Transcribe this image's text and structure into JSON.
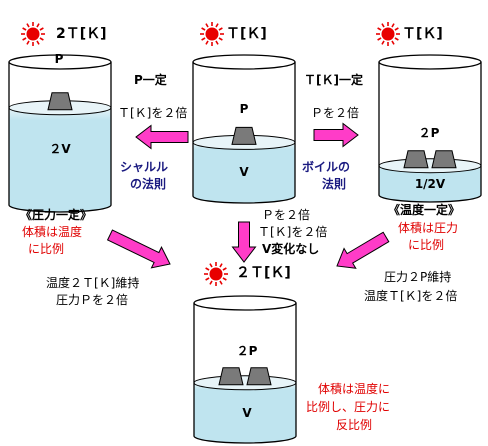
{
  "colors": {
    "water_top": "#e8f4f8",
    "water": "#bfe4ef",
    "weight": "#7a7a7a",
    "arrow": "#ff3cc8",
    "sun": "#e80000",
    "red_text": "#e00000",
    "law_text": "#1a1a80"
  },
  "icons": {
    "sun": "sun-icon",
    "weight": "weight-block-icon",
    "arrow": "magenta-arrow-icon"
  },
  "containers": {
    "left": {
      "temp": "2Ｔ[Ｋ]",
      "weight": "P",
      "volume": "２V",
      "weights": 1,
      "volume_fraction": 0.68
    },
    "center": {
      "temp": "Ｔ[Ｋ]",
      "weight": "P",
      "volume": "V",
      "weights": 1,
      "volume_fraction": 0.4
    },
    "right": {
      "temp": "Ｔ[Ｋ]",
      "weight": "２P",
      "volume": "1/2V",
      "weights": 2,
      "volume_fraction": 0.22
    },
    "bottom": {
      "temp": "２Ｔ[Ｋ]",
      "weight": "２P",
      "volume": "V",
      "weights": 2,
      "volume_fraction": 0.4
    }
  },
  "left_arrow": {
    "cond1": "P一定",
    "cond2": "Ｔ[Ｋ]を２倍",
    "law_line1": "シャルル",
    "law_line2": "の法則"
  },
  "right_arrow": {
    "cond1": "Ｔ[Ｋ]一定",
    "cond2": "Ｐを２倍",
    "law_line1": "ボイルの",
    "law_line2": "法則"
  },
  "left_note": {
    "title": "《圧力一定》",
    "body_line1": "体積は温度",
    "body_line2": "に比例"
  },
  "right_note": {
    "title": "《温度一定》",
    "body_line1": "体積は圧力",
    "body_line2": "に比例"
  },
  "center_down": {
    "line1": "Ｐを２倍",
    "line2": "Ｔ[Ｋ]を２倍",
    "line3": "V変化なし"
  },
  "left_down": {
    "line1": "温度２Ｔ[Ｋ]維持",
    "line2": "圧力Ｐを２倍"
  },
  "right_down": {
    "line1": "圧力２P維持",
    "line2": "温度Ｔ[Ｋ]を２倍"
  },
  "bottom_note": {
    "line1": "体積は温度に",
    "line2": "比例し、圧力に",
    "line3": "反比例"
  }
}
